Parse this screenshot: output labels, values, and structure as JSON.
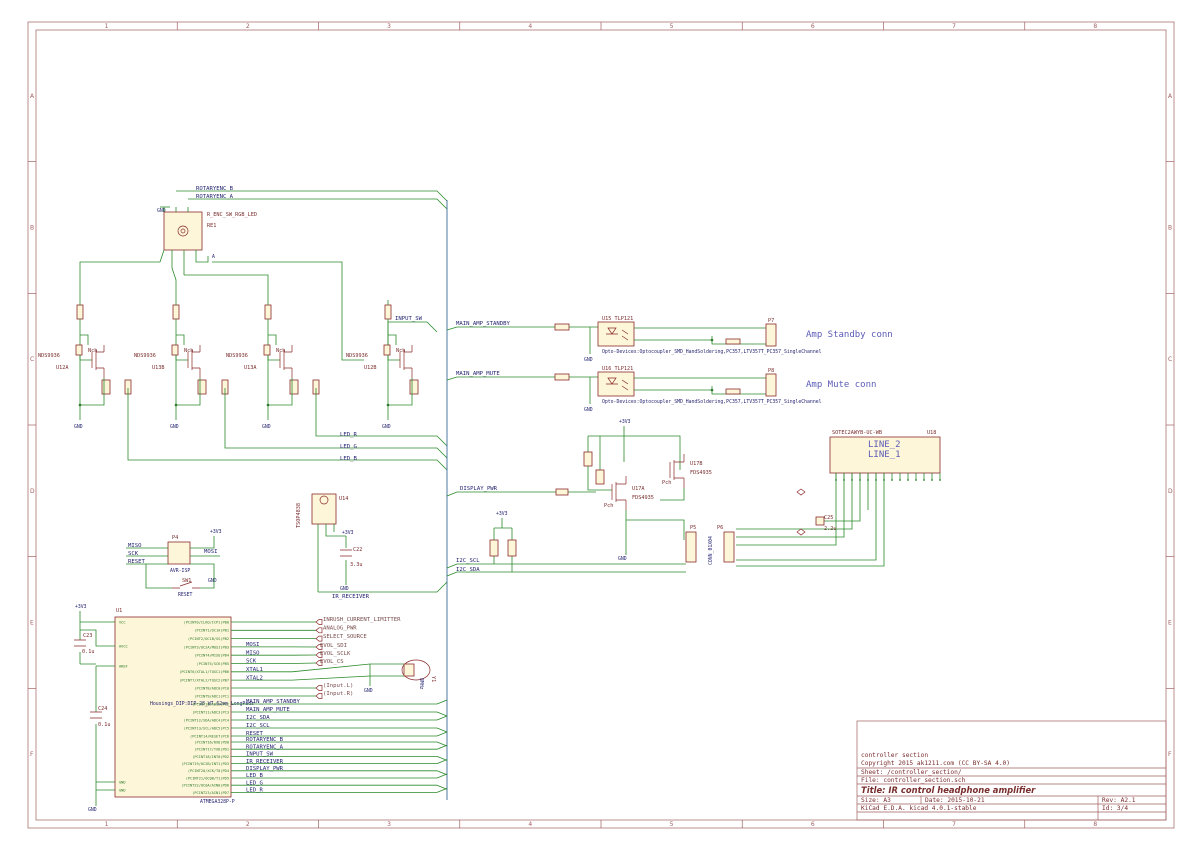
{
  "grid": {
    "columns": [
      "1",
      "2",
      "3",
      "4",
      "5",
      "6",
      "7",
      "8"
    ],
    "rows": [
      "A",
      "B",
      "C",
      "D",
      "E",
      "F"
    ]
  },
  "encoder": {
    "ref": "RE1",
    "value": "R_ENC_SW_RGB_LED",
    "gnd": "GND",
    "net_b": "ROTARYENC_B",
    "net_a": "ROTARYENC_A",
    "pin_label": "A"
  },
  "mosfets": [
    {
      "ref": "U12A",
      "value": "NDS9936",
      "type": "Nch"
    },
    {
      "ref": "U13B",
      "value": "NDS9936",
      "type": "Nch"
    },
    {
      "ref": "U13A",
      "value": "NDS9936",
      "type": "Nch"
    },
    {
      "ref": "U12B",
      "value": "NDS9936",
      "type": "Nch"
    }
  ],
  "gnd_label": "GND",
  "nets": {
    "input_sw": "INPUT_SW",
    "main_amp_standby": "MAIN_AMP_STANDBY",
    "main_amp_mute": "MAIN_AMP_MUTE",
    "led_r": "LED_R",
    "led_g": "LED_G",
    "led_b": "LED_B",
    "display_pwr": "DISPLAY_PWR",
    "i2c_scl": "I2C_SCL",
    "i2c_sda": "I2C_SDA",
    "ir_receiver": "IR_RECEIVER",
    "miso": "MISO",
    "sck": "SCK",
    "reset": "RESET",
    "mosi": "MOSI",
    "v33": "+3V3"
  },
  "optos": [
    {
      "ref": "U15",
      "value": "TLP121",
      "footprint": "Opto-Devices:Optocoupler_SMD_HandSoldering,PC357,LTV357T_PC357_SingleChannel",
      "conn": "P7",
      "note": "Amp Standby conn"
    },
    {
      "ref": "U16",
      "value": "TLP121",
      "footprint": "Opto-Devices:Optocoupler_SMD_HandSoldering,PC357,LTV357T_PC357_SingleChannel",
      "conn": "P8",
      "note": "Amp Mute conn"
    }
  ],
  "pfets": [
    {
      "ref": "U17A",
      "value": "FDS4935",
      "type": "Pch"
    },
    {
      "ref": "U17B",
      "value": "FDS4935",
      "type": "Pch"
    }
  ],
  "display": {
    "ref": "U18",
    "value": "SOTEC2AWYB-UC-WB",
    "line2": "LINE_2",
    "line1": "LINE_1",
    "cap": "C25",
    "cap_value": "2.2u"
  },
  "connectors": {
    "p5": "P5",
    "p6": "P6",
    "p6_value": "CONN_01X04"
  },
  "ir": {
    "ref": "U14",
    "value": "TSOP4838",
    "cap": "C22",
    "cap_value": "3.3u"
  },
  "isp": {
    "ref": "P4",
    "value": "AVR-ISP",
    "switch": "SW1",
    "switch_label": "RESET"
  },
  "mcu": {
    "ref": "U1",
    "value": "ATMEGA328P-P",
    "symbol_note": "Housings_DIP:DIP-28_W7.62mm_LongPads",
    "cap1": "C23",
    "cap1_value": "0.1u",
    "cap2": "C24",
    "cap2_value": "0.1u",
    "left_pins": [
      "VCC",
      "AVCC",
      "AREF",
      "GND",
      "GND"
    ],
    "right_pins": [
      "(PCINT0/CLKO/ICP1)PB0",
      "(PCINT1/OC1A)PB1",
      "(PCINT2/OC1B/SS)PB2",
      "(PCINT3/OC2A/MOSI)PB3",
      "(PCINT4/MISO)PB4",
      "(PCINT5/SCK)PB5",
      "(PCINT6/XTAL1/TOSC1)PB6",
      "(PCINT7/XTAL2/TOSC2)PB7",
      "(PCINT8/ADC0)PC0",
      "(PCINT9/ADC1)PC1",
      "(PCINT10/ADC2)PC2",
      "(PCINT11/ADC3)PC3",
      "(PCINT12/SDA/ADC4)PC4",
      "(PCINT13/SCL/ADC5)PC5",
      "(PCINT14/RESET)PC6",
      "(PCINT16/RXD)PD0",
      "(PCINT17/TXD)PD1",
      "(PCINT18/INT0)PD2",
      "(PCINT19/OC2B/INT1)PD3",
      "(PCINT20/XCK/T0)PD4",
      "(PCINT21/OC0B/T1)PD5",
      "(PCINT22/OC0A/AIN0)PD6",
      "(PCINT23/AIN1)PD7"
    ],
    "right_nets": [
      "INRUSH_CURRENT_LIMITTER",
      "ANALOG_PWR",
      "SELECT_SOURCE",
      "MOSI",
      "MISO",
      "SCK",
      "XTAL1",
      "XTAL2",
      "(Input.L)",
      "(Input.R)",
      "MAIN_AMP_STANDBY",
      "MAIN_AMP_MUTE",
      "I2C_SDA",
      "I2C_SCL",
      "RESET",
      "ROTARYENC_B",
      "ROTARYENC_A",
      "INPUT_SW",
      "IR_RECEIVER",
      "DISPLAY_PWR",
      "LED_B",
      "LED_G",
      "LED_R"
    ],
    "evol": [
      "EVOL_SDI",
      "EVOL_SCLK",
      "EVOL_CS"
    ],
    "crystal": "Y1",
    "crystal_value": "8MHz"
  },
  "title_block": {
    "sheet_title": "controller section",
    "copyright": "Copyright 2015 ak1211.com (CC BY-SA 4.0)",
    "sheet": "Sheet: /controller_section/",
    "file": "File: controller_section.sch",
    "title": "Title: IR control headphone amplifier",
    "size": "Size: A3",
    "date": "Date: 2015-10-21",
    "rev": "Rev: A2.1",
    "kicad": "KiCad E.D.A.  kicad 4.0.1-stable",
    "id": "Id: 3/4"
  }
}
